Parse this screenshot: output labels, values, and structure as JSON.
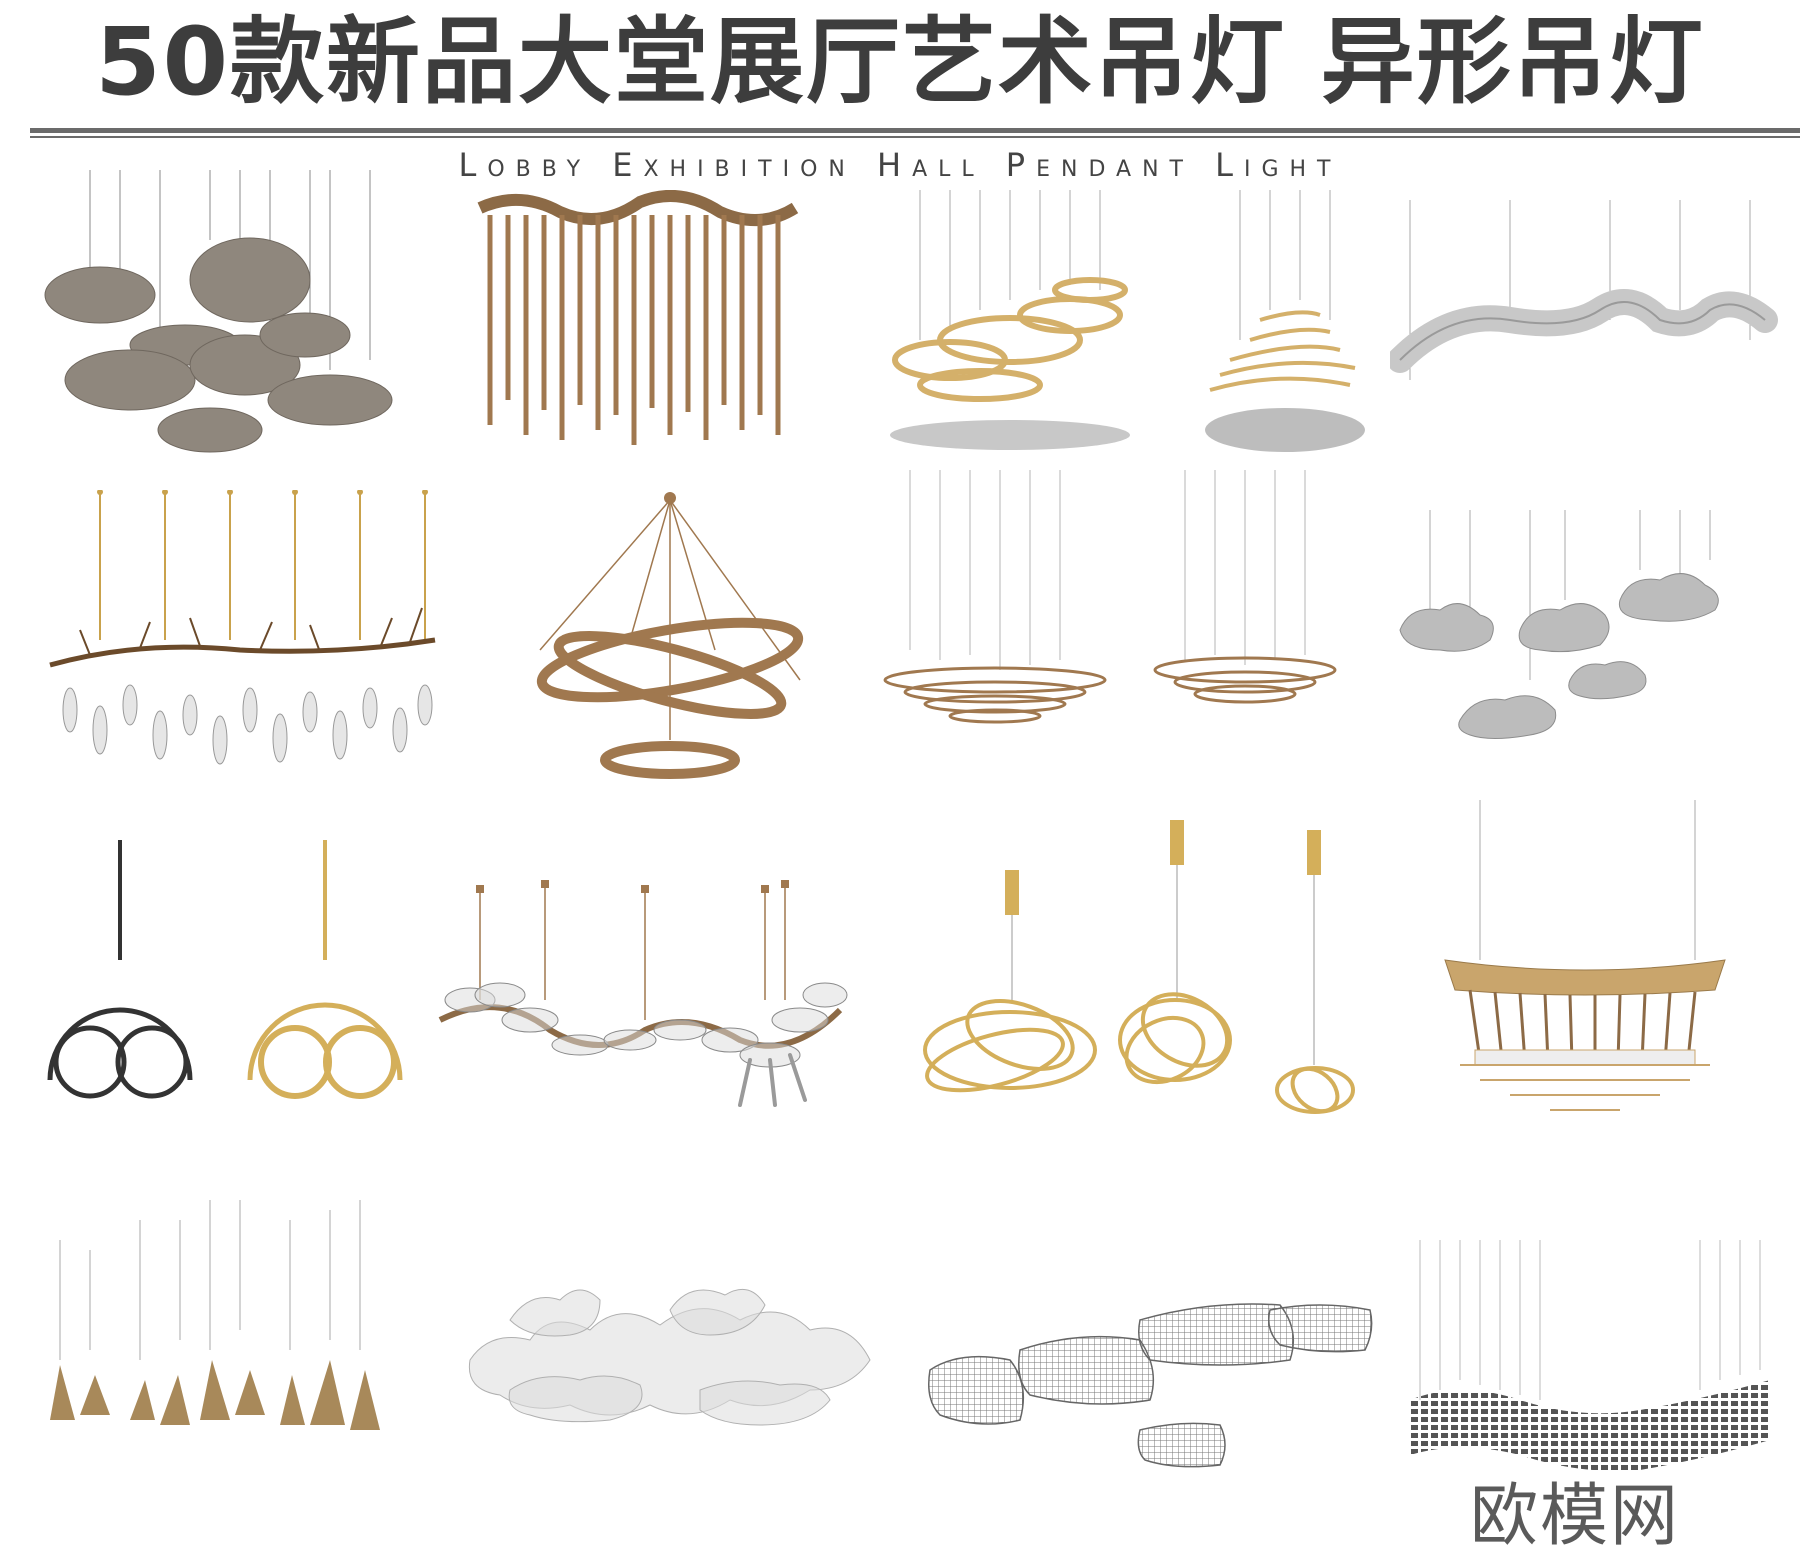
{
  "header": {
    "title": "50款新品大堂展厅艺术吊灯 异形吊灯",
    "subtitle": "Lobby Exhibition Hall Pendant Light"
  },
  "brand": {
    "text": "欧模网"
  },
  "colors": {
    "title": "#3d3d3d",
    "rule": "#6b6b6b",
    "bronze": "#a0784f",
    "gold": "#d4af5a",
    "stone": "#8f877d",
    "silver": "#c8c8c8",
    "dark": "#333333"
  },
  "items": [
    {
      "name": "stone-cloud-pendant"
    },
    {
      "name": "bronze-wave-rod-chandelier"
    },
    {
      "name": "golden-ring-cloud-pendant"
    },
    {
      "name": "golden-layered-pendant"
    },
    {
      "name": "silver-ribbon-pendant"
    },
    {
      "name": "branch-crystal-drop-chandelier"
    },
    {
      "name": "twisted-ring-chandelier"
    },
    {
      "name": "layered-contour-pendant-pair"
    },
    {
      "name": "silver-cloud-pendant"
    },
    {
      "name": "twin-ring-pendant-pair"
    },
    {
      "name": "glass-petal-wave-chandelier"
    },
    {
      "name": "gold-tangle-pendant-set"
    },
    {
      "name": "wooden-roof-pendant"
    },
    {
      "name": "bronze-leaf-pendant-cluster"
    },
    {
      "name": "glass-petal-cloud-chandelier"
    },
    {
      "name": "wire-mesh-cloud-pendant"
    },
    {
      "name": "grid-tile-wave-pendant"
    }
  ]
}
